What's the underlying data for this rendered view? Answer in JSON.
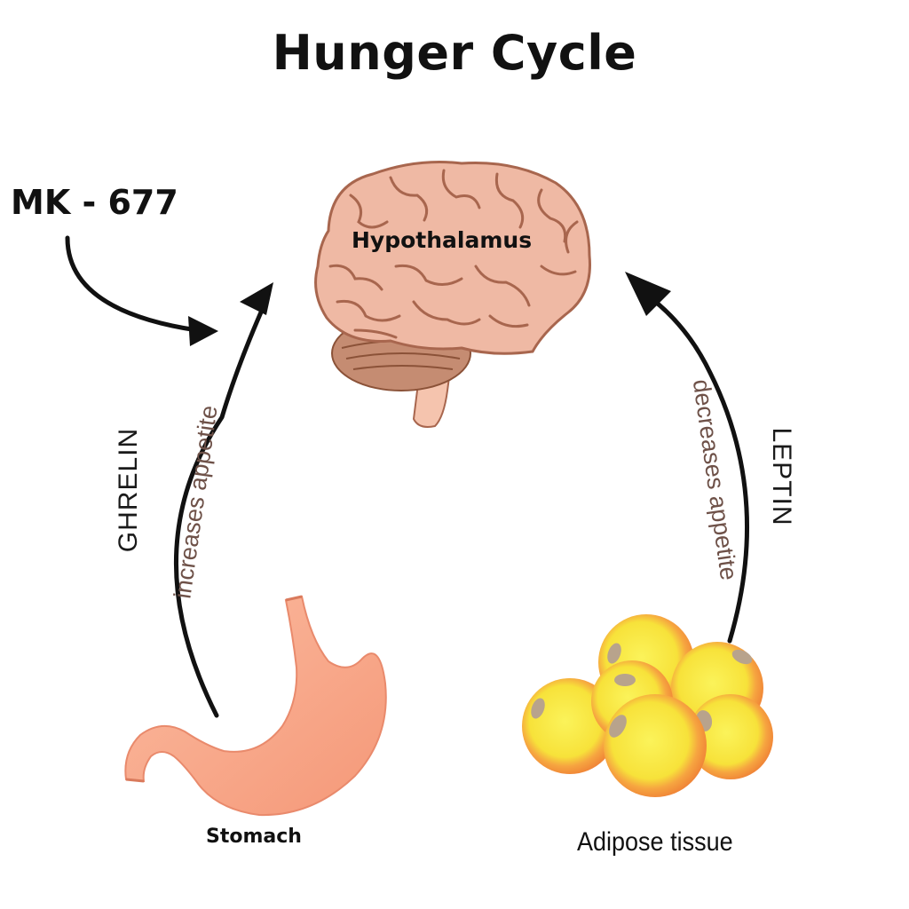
{
  "title": "Hunger Cycle",
  "drug": {
    "label": "MK - 677"
  },
  "organs": {
    "brain": "Hypothalamus",
    "stomach": "Stomach",
    "adipose": "Adipose tissue"
  },
  "pathways": {
    "ghrelin": {
      "hormone": "GHRELIN",
      "effect": "increases appetite"
    },
    "leptin": {
      "hormone": "LEPTIN",
      "effect": "decreases appetite"
    }
  },
  "colors": {
    "brain": "#efb9a4",
    "brain_folds": "#a8664e",
    "cerebellum": "#c58c72",
    "stomach": "#f7a78a",
    "fat_rim": "#f2853c",
    "fat_core": "#f7e83a",
    "nucleus": "#b8a38c",
    "arrow": "#111111"
  },
  "icons": [
    "brain-icon",
    "stomach-icon",
    "adipose-tissue-icon",
    "arrow-icon"
  ]
}
